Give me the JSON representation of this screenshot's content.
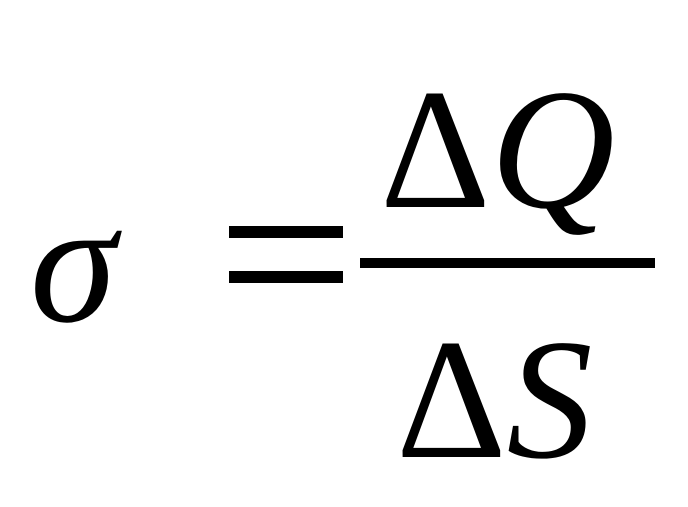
{
  "formula": {
    "lhs": "σ",
    "equals": "=",
    "numerator": {
      "operator": "Δ",
      "variable": "Q"
    },
    "denominator": {
      "operator": "Δ",
      "variable": "S"
    }
  }
}
